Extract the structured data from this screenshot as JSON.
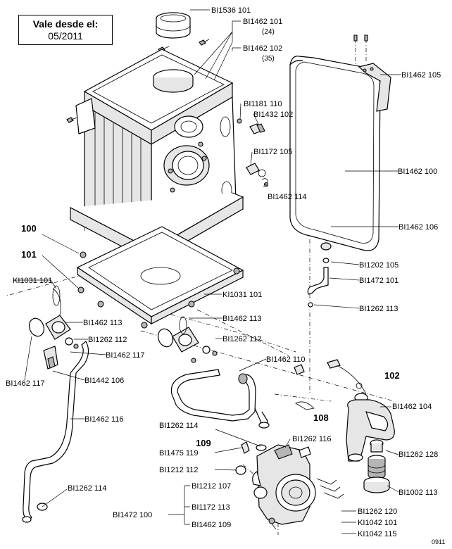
{
  "date_box": {
    "line1": "Vale desde el:",
    "line2": "05/2011"
  },
  "drawing_number": "0911",
  "labels": {
    "l1": "BI1536 101",
    "l2": "BI1462 101",
    "l2q": "(24)",
    "l3": "BI1462 102",
    "l3q": "(35)",
    "l4": "BI1462 105",
    "l5": "BI1181 110",
    "l6": "BI1432 102",
    "l7": "BI1172 105",
    "l8": "BI1462 100",
    "l9": "BI1462 114",
    "l10": "BI1462 106",
    "l11": "BI1202 105",
    "l12": "BI1472 101",
    "l13": "BI1262 113",
    "l14": "KI1031 101",
    "l15": "KI1031 101",
    "l16": "BI1462 113",
    "l17": "BI1262 112",
    "l18": "BI1462 117",
    "l19": "BI1442 106",
    "l20": "BI1462 117",
    "l21": "BI1462 116",
    "l22": "BI1262 114",
    "l23": "BI1462 113",
    "l24": "BI1262 112",
    "l25": "BI1462 110",
    "l26": "BI1262 114",
    "l27": "BI1475 119",
    "l28": "BI1212 112",
    "l29": "BI1262 116",
    "l30": "BI1462 104",
    "l31": "BI1262 128",
    "l32": "BI1002 113",
    "l33": "BI1212 107",
    "l34": "BI1172 113",
    "l35": "BI1462 109",
    "l36": "BI1472 100",
    "l37": "BI1262 120",
    "l38": "KI1042 101",
    "l39": "KI1042 115"
  },
  "callouts": {
    "c100": "100",
    "c101": "101",
    "c102": "102",
    "c108": "108",
    "c109": "109"
  }
}
